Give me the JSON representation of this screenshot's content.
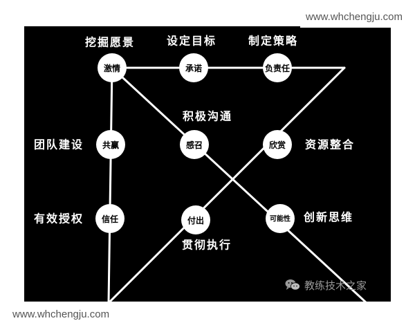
{
  "nodes": {
    "jiqing": "激情",
    "chengnuo": "承诺",
    "zeren": "负责任",
    "gongying": "共赢",
    "ganzhao": "感召",
    "xinshang": "欣赏",
    "xinren": "信任",
    "fuchu": "付出",
    "kenengxing": "可能性"
  },
  "labels": {
    "wajue_yuanjing": "挖掘愿景",
    "sheding_mubiao": "设定目标",
    "zhiding_celue": "制定策略",
    "jiji_goutong": "积极沟通",
    "tuandui_jianshe": "团队建设",
    "ziyuan_zhenghe": "资源整合",
    "youxiao_shouquan": "有效授权",
    "guanche_zhixing": "贯彻执行",
    "chuangxin_siwei": "创新思维"
  },
  "watermarks": {
    "top": "www.whchengju.com",
    "bottom": "www.whchengju.com",
    "wechat": "教练技术之家"
  },
  "colors": {
    "background": "#000000",
    "line": "#ffffff",
    "node_fill": "#ffffff",
    "node_text": "#000000"
  },
  "icons": {
    "wechat": "wechat-icon"
  }
}
